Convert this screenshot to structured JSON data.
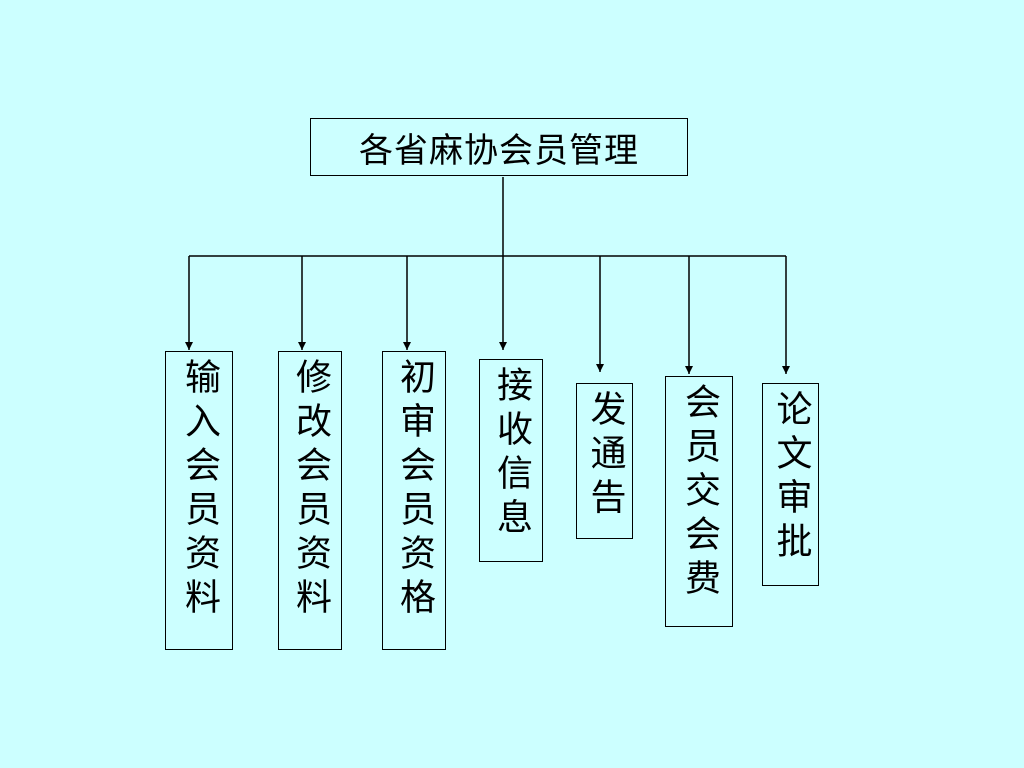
{
  "diagram": {
    "root": {
      "label": "各省麻协会员管理"
    },
    "children": [
      {
        "label": "输入会员资料"
      },
      {
        "label": "修改会员资料"
      },
      {
        "label": "初审会员资格"
      },
      {
        "label": "接收信息"
      },
      {
        "label": "发通告"
      },
      {
        "label": "会员交会费"
      },
      {
        "label": "论文审批"
      }
    ]
  },
  "colors": {
    "background": "#ccffff",
    "line": "#000000",
    "text": "#000000"
  }
}
